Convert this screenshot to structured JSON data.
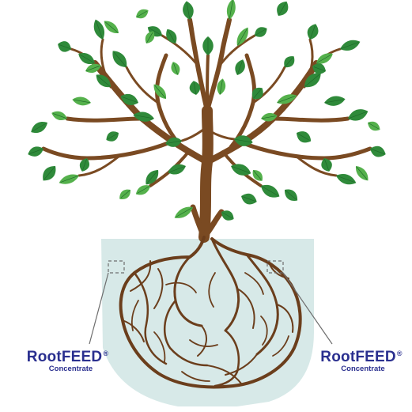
{
  "colors": {
    "soil": "#d7e9e8",
    "trunk": "#7a4a22",
    "trunk_light": "#94612f",
    "leaf_dark": "#2f8a3a",
    "leaf_light": "#55b14c",
    "root": "#6b3e1c",
    "callout_line": "#6e6e6e",
    "brand_text": "#2a2f8f"
  },
  "labels": [
    {
      "brand": "RootFEED",
      "mark": "®",
      "sub": "Concentrate"
    },
    {
      "brand": "RootFEED",
      "mark": "®",
      "sub": "Concentrate"
    }
  ],
  "icons": {
    "tree": "tree-illustration",
    "roots": "root-system-illustration",
    "callout": "dashed-square-marker"
  }
}
